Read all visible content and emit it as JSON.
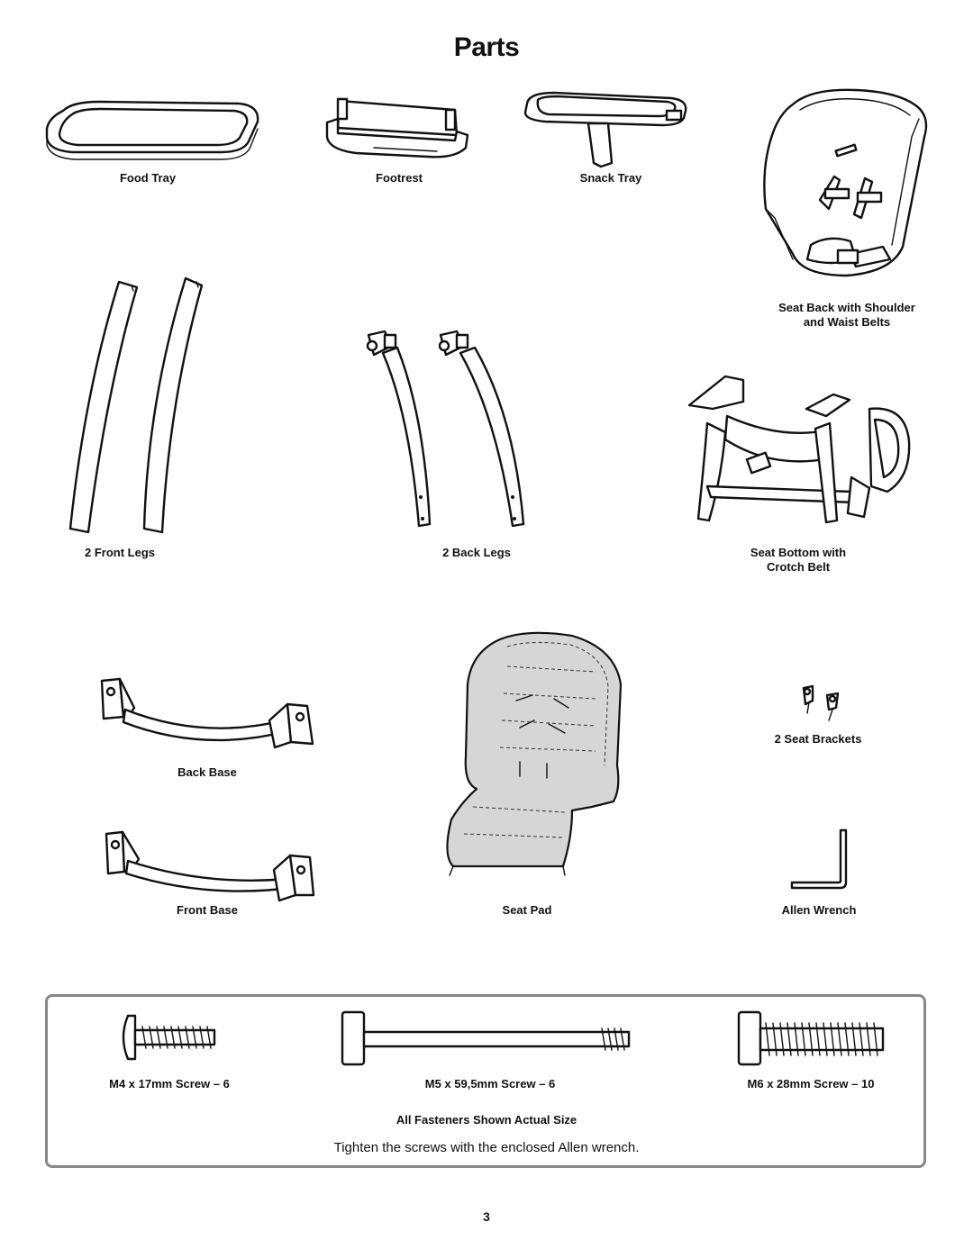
{
  "title": "Parts",
  "parts": {
    "food_tray": "Food Tray",
    "footrest": "Footrest",
    "snack_tray": "Snack Tray",
    "seat_back_line1": "Seat Back with Shoulder",
    "seat_back_line2": "and Waist Belts",
    "front_legs": "2 Front Legs",
    "back_legs": "2 Back Legs",
    "seat_bottom_line1": "Seat Bottom with",
    "seat_bottom_line2": "Crotch Belt",
    "back_base": "Back Base",
    "seat_brackets": "2 Seat Brackets",
    "front_base": "Front Base",
    "seat_pad": "Seat Pad",
    "allen_wrench": "Allen Wrench"
  },
  "fasteners": {
    "m4": "M4 x 17mm Screw – 6",
    "m5": "M5 x 59,5mm Screw – 6",
    "m6": "M6 x 28mm Screw – 10",
    "actual_size_note": "All Fasteners Shown Actual Size",
    "instruction": "Tighten the screws with the enclosed Allen wrench."
  },
  "page_number": "3"
}
